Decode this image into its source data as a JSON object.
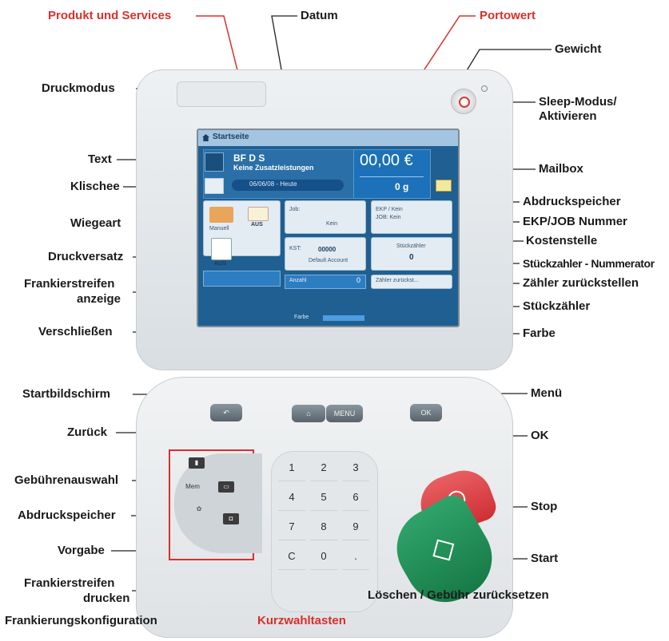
{
  "labels": {
    "produkt": "Produkt und Services",
    "datum": "Datum",
    "portowert": "Portowert",
    "gewicht": "Gewicht",
    "druckmodus": "Druckmodus",
    "sleep": "Sleep-Modus/",
    "aktivieren": "Aktivieren",
    "text": "Text",
    "mailbox": "Mailbox",
    "klischee": "Klischee",
    "abdruckspeicher": "Abdruckspeicher",
    "wiegeart": "Wiegeart",
    "ekp": "EKP/JOB Nummer",
    "kostenstelle": "Kostenstelle",
    "druckversatz": "Druckversatz",
    "stueck_num": "Stückzahler - Nummerator",
    "frank1": "Frankierstreifen",
    "frank2": "anzeige",
    "zaehler_reset": "Zähler zurückstellen",
    "stueckzaehler": "Stückzähler",
    "verschliessen": "Verschließen",
    "farbe": "Farbe",
    "startbild": "Startbildschirm",
    "menue": "Menü",
    "zurueck": "Zurück",
    "ok": "OK",
    "gebuehren": "Gebührenauswahl",
    "abdruck2": "Abdruckspeicher",
    "stop": "Stop",
    "vorgabe": "Vorgabe",
    "start": "Start",
    "fdrucken1": "Frankierstreifen",
    "fdrucken2": "drucken",
    "loeschen": "Löschen / Gebühr zurücksetzen",
    "konfig": "Frankierungskonfiguration",
    "kurzwahl": "Kurzwahltasten"
  },
  "screen": {
    "header": "Startseite",
    "bfds": "BF D S",
    "keine": "Keine Zusatzleistungen",
    "datum": "06/06/08 - Heute",
    "porto": "00,00 €",
    "gewicht": "0 g",
    "manuell": "Manuell",
    "aus1": "AUS",
    "aus2": "AUS",
    "job": "Job:",
    "kein1": "Kein",
    "ekp": "EKP / Kein",
    "jobkein": "JOB: Kein",
    "kst": "KST:",
    "kst_num": "00000",
    "kst_default": "Default Account",
    "stueckz": "Stückzähler",
    "stueckz_val": "0",
    "anzahl": "Anzahl",
    "anzahl_val": "0",
    "zaehler_btn": "Zähler zurückst...",
    "farbe": "Farbe"
  },
  "keys": {
    "menu": "MENU",
    "ok": "OK",
    "mem": "Mem",
    "n1": "1",
    "n2": "2",
    "n3": "3",
    "n4": "4",
    "n5": "5",
    "n6": "6",
    "n7": "7",
    "n8": "8",
    "n9": "9",
    "c": "C",
    "n0": "0",
    "dot": "."
  },
  "colors": {
    "callout_red": "#d9302a",
    "screen_blue": "#1f5f91",
    "stop_red": "#d8383b",
    "start_green": "#1f8b52"
  }
}
